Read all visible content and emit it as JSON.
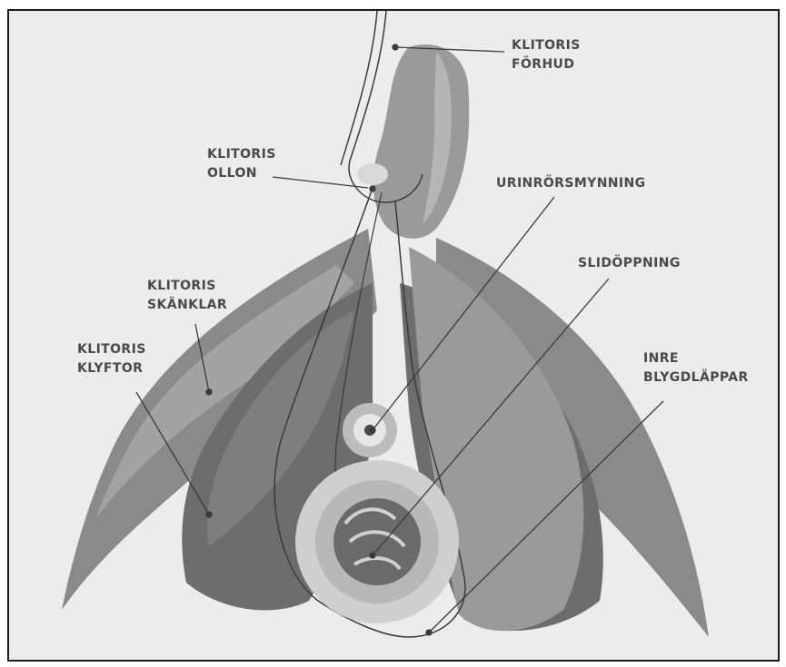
{
  "labels": {
    "clitoris_hood": {
      "line1": "KLITORIS",
      "line2": "FÖRHUD"
    },
    "clitoris_glans": {
      "line1": "KLITORIS",
      "line2": "OLLON"
    },
    "urethral_opening": {
      "line1": "URINRÖRSMYNNING"
    },
    "vaginal_opening": {
      "line1": "SLIDÖPPNING"
    },
    "clitoris_crura": {
      "line1": "KLITORIS",
      "line2": "SKÄNKLAR"
    },
    "clitoris_bulbs": {
      "line1": "KLITORIS",
      "line2": "KLYFTOR"
    },
    "labia_minora": {
      "line1": "INRE",
      "line2": "BLYGDLÄPPAR"
    }
  },
  "colors": {
    "background": "#ececec",
    "border": "#1c1c1c",
    "crura_fill": "#8a8a8a",
    "bulb_fill": "#6d6d6d",
    "body_fill": "#9a9a9a",
    "highlight_fill": "#b5b5b5",
    "label_text": "#4a4a4a",
    "leader_line": "#3a3a3a"
  }
}
